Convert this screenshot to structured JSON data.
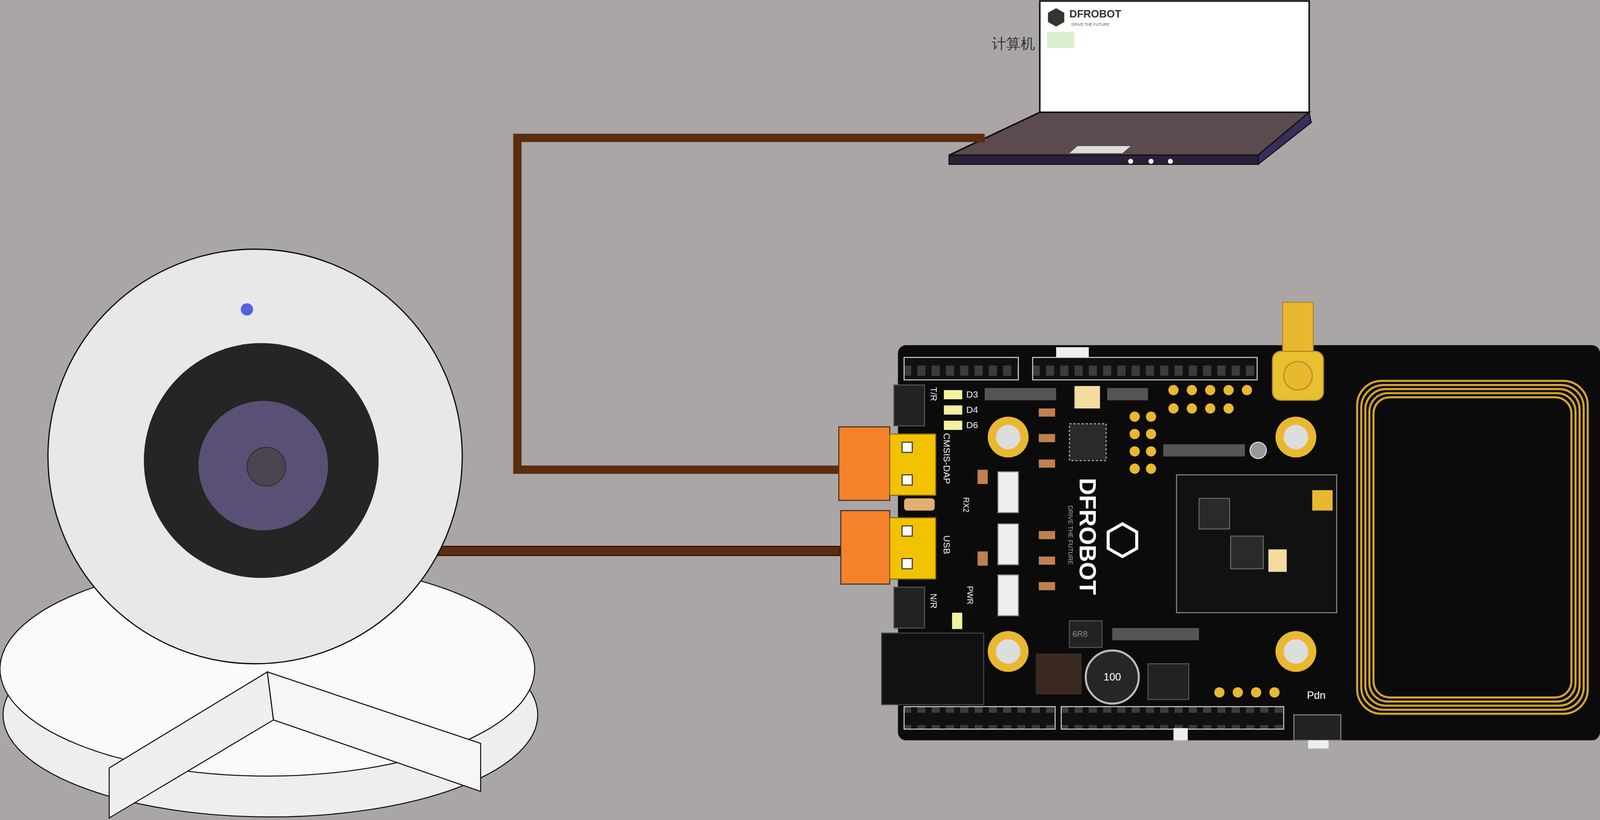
{
  "diagram": {
    "nodes": [
      {
        "text": [
          "计算机"
        ]
      },
      {
        "text": [
          "DFROBOT",
          "DRIVE THE FUTURE"
        ]
      }
    ],
    "edges": [
      {
        "from": 0,
        "to": 1,
        "arrow": "none"
      }
    ],
    "labels": [
      "DFROBOT",
      "DRIVE THE FUTURE",
      "T/R",
      "D3",
      "D4",
      "D6",
      "CMSIS-DAP",
      "RX2",
      "USB",
      "N/R",
      "PWR",
      "6R8",
      "100",
      "Pdn"
    ]
  }
}
